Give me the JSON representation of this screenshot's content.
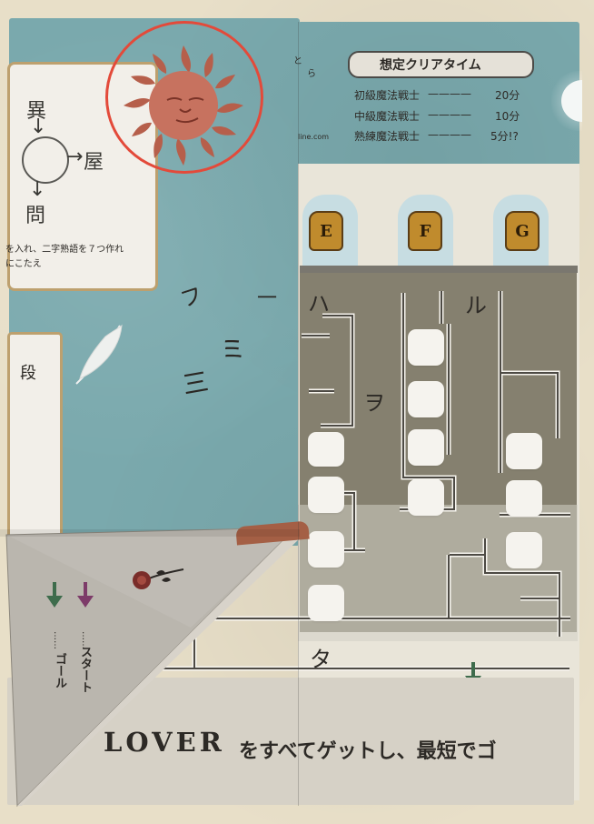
{
  "colors": {
    "background": "#e8dfc8",
    "teal": "#7aa9ad",
    "tealDark": "#6f9ea4",
    "sunRed": "#c7725f",
    "sunDark": "#b65f4b",
    "highlightCircle": "#e34a3a",
    "mazeBrown": "#85806f",
    "paperLight": "#e9e5d9",
    "lightTeal": "#c7dde2",
    "sepia": "#d6d1c6",
    "gold": "#c08b2d",
    "arrowGreen": "#3e6c4c",
    "arrowPurple": "#7d3b69",
    "foldGray": "#bab6ae"
  },
  "puzzle": {
    "kanji": {
      "top": "異",
      "right": "屋",
      "bottom": "問",
      "arrowDown": "↓",
      "arrowRight": "→"
    },
    "instructions": [
      "を入れ、二字熟語を７つ作れ",
      "にこたえ"
    ],
    "leftSidebarChar": "段"
  },
  "topRight": {
    "tinyTopFragments": [
      "と",
      "ら"
    ],
    "urlFragment": "line.com",
    "banner": "想定クリアタイム",
    "times": [
      {
        "label": "初級魔法戦士",
        "dash": "————",
        "value": "20分"
      },
      {
        "label": "中級魔法戦士",
        "dash": "————",
        "value": "10分"
      },
      {
        "label": "熟練魔法戦士",
        "dash": "————",
        "value": "5分!?"
      }
    ]
  },
  "maze": {
    "plaques": [
      "E",
      "F",
      "G"
    ],
    "kana": [
      "ハ",
      "ル",
      "ヲ",
      "タ"
    ],
    "decorativeStrokes": [
      "フ",
      "ミ",
      "三",
      "一"
    ]
  },
  "bottom": {
    "lover": "LOVER",
    "headline": "をすべてゲットし、最短でゴ",
    "legend": {
      "start": "スタート",
      "goal": "ゴール",
      "dots": "……"
    }
  },
  "icons": {
    "sun": "sun-icon",
    "feather": "feather-icon",
    "rose": "rose-icon",
    "arrowGreen": "green-arrow-icon",
    "arrowPurple": "purple-arrow-icon"
  }
}
